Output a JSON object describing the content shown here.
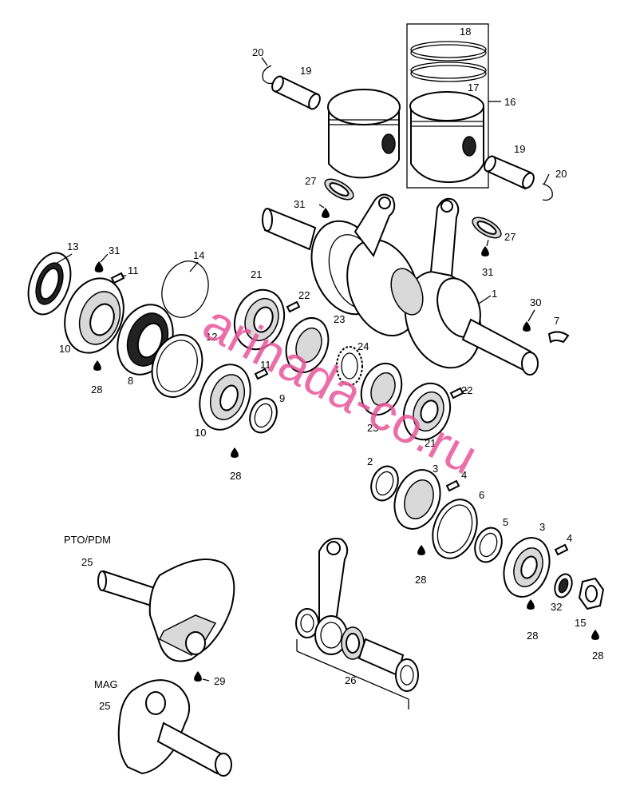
{
  "diagram": {
    "labels": {
      "l1": "1",
      "l2": "2",
      "l3a": "3",
      "l3b": "3",
      "l4a": "4",
      "l4b": "4",
      "l5": "5",
      "l6": "6",
      "l7": "7",
      "l8": "8",
      "l9": "9",
      "l10a": "10",
      "l10b": "10",
      "l11a": "11",
      "l11b": "11",
      "l12": "12",
      "l13": "13",
      "l14": "14",
      "l15": "15",
      "l16": "16",
      "l17": "17",
      "l18": "18",
      "l19a": "19",
      "l19b": "19",
      "l20a": "20",
      "l20b": "20",
      "l21a": "21",
      "l21b": "21",
      "l22a": "22",
      "l22b": "22",
      "l23a": "23",
      "l23b": "23",
      "l24": "24",
      "l25a": "25",
      "l25b": "25",
      "l26": "26",
      "l27a": "27",
      "l27b": "27",
      "l28a": "28",
      "l28b": "28",
      "l28c": "28",
      "l28d": "28",
      "l28e": "28",
      "l29": "29",
      "l30": "30",
      "l31a": "31",
      "l31b": "31",
      "l31c": "31",
      "l32": "32"
    },
    "captions": {
      "pto": "PTO/PDM",
      "mag": "MAG"
    },
    "watermark": "arinada-co.ru",
    "colors": {
      "watermark": "#e8559a",
      "line": "#000000"
    }
  }
}
